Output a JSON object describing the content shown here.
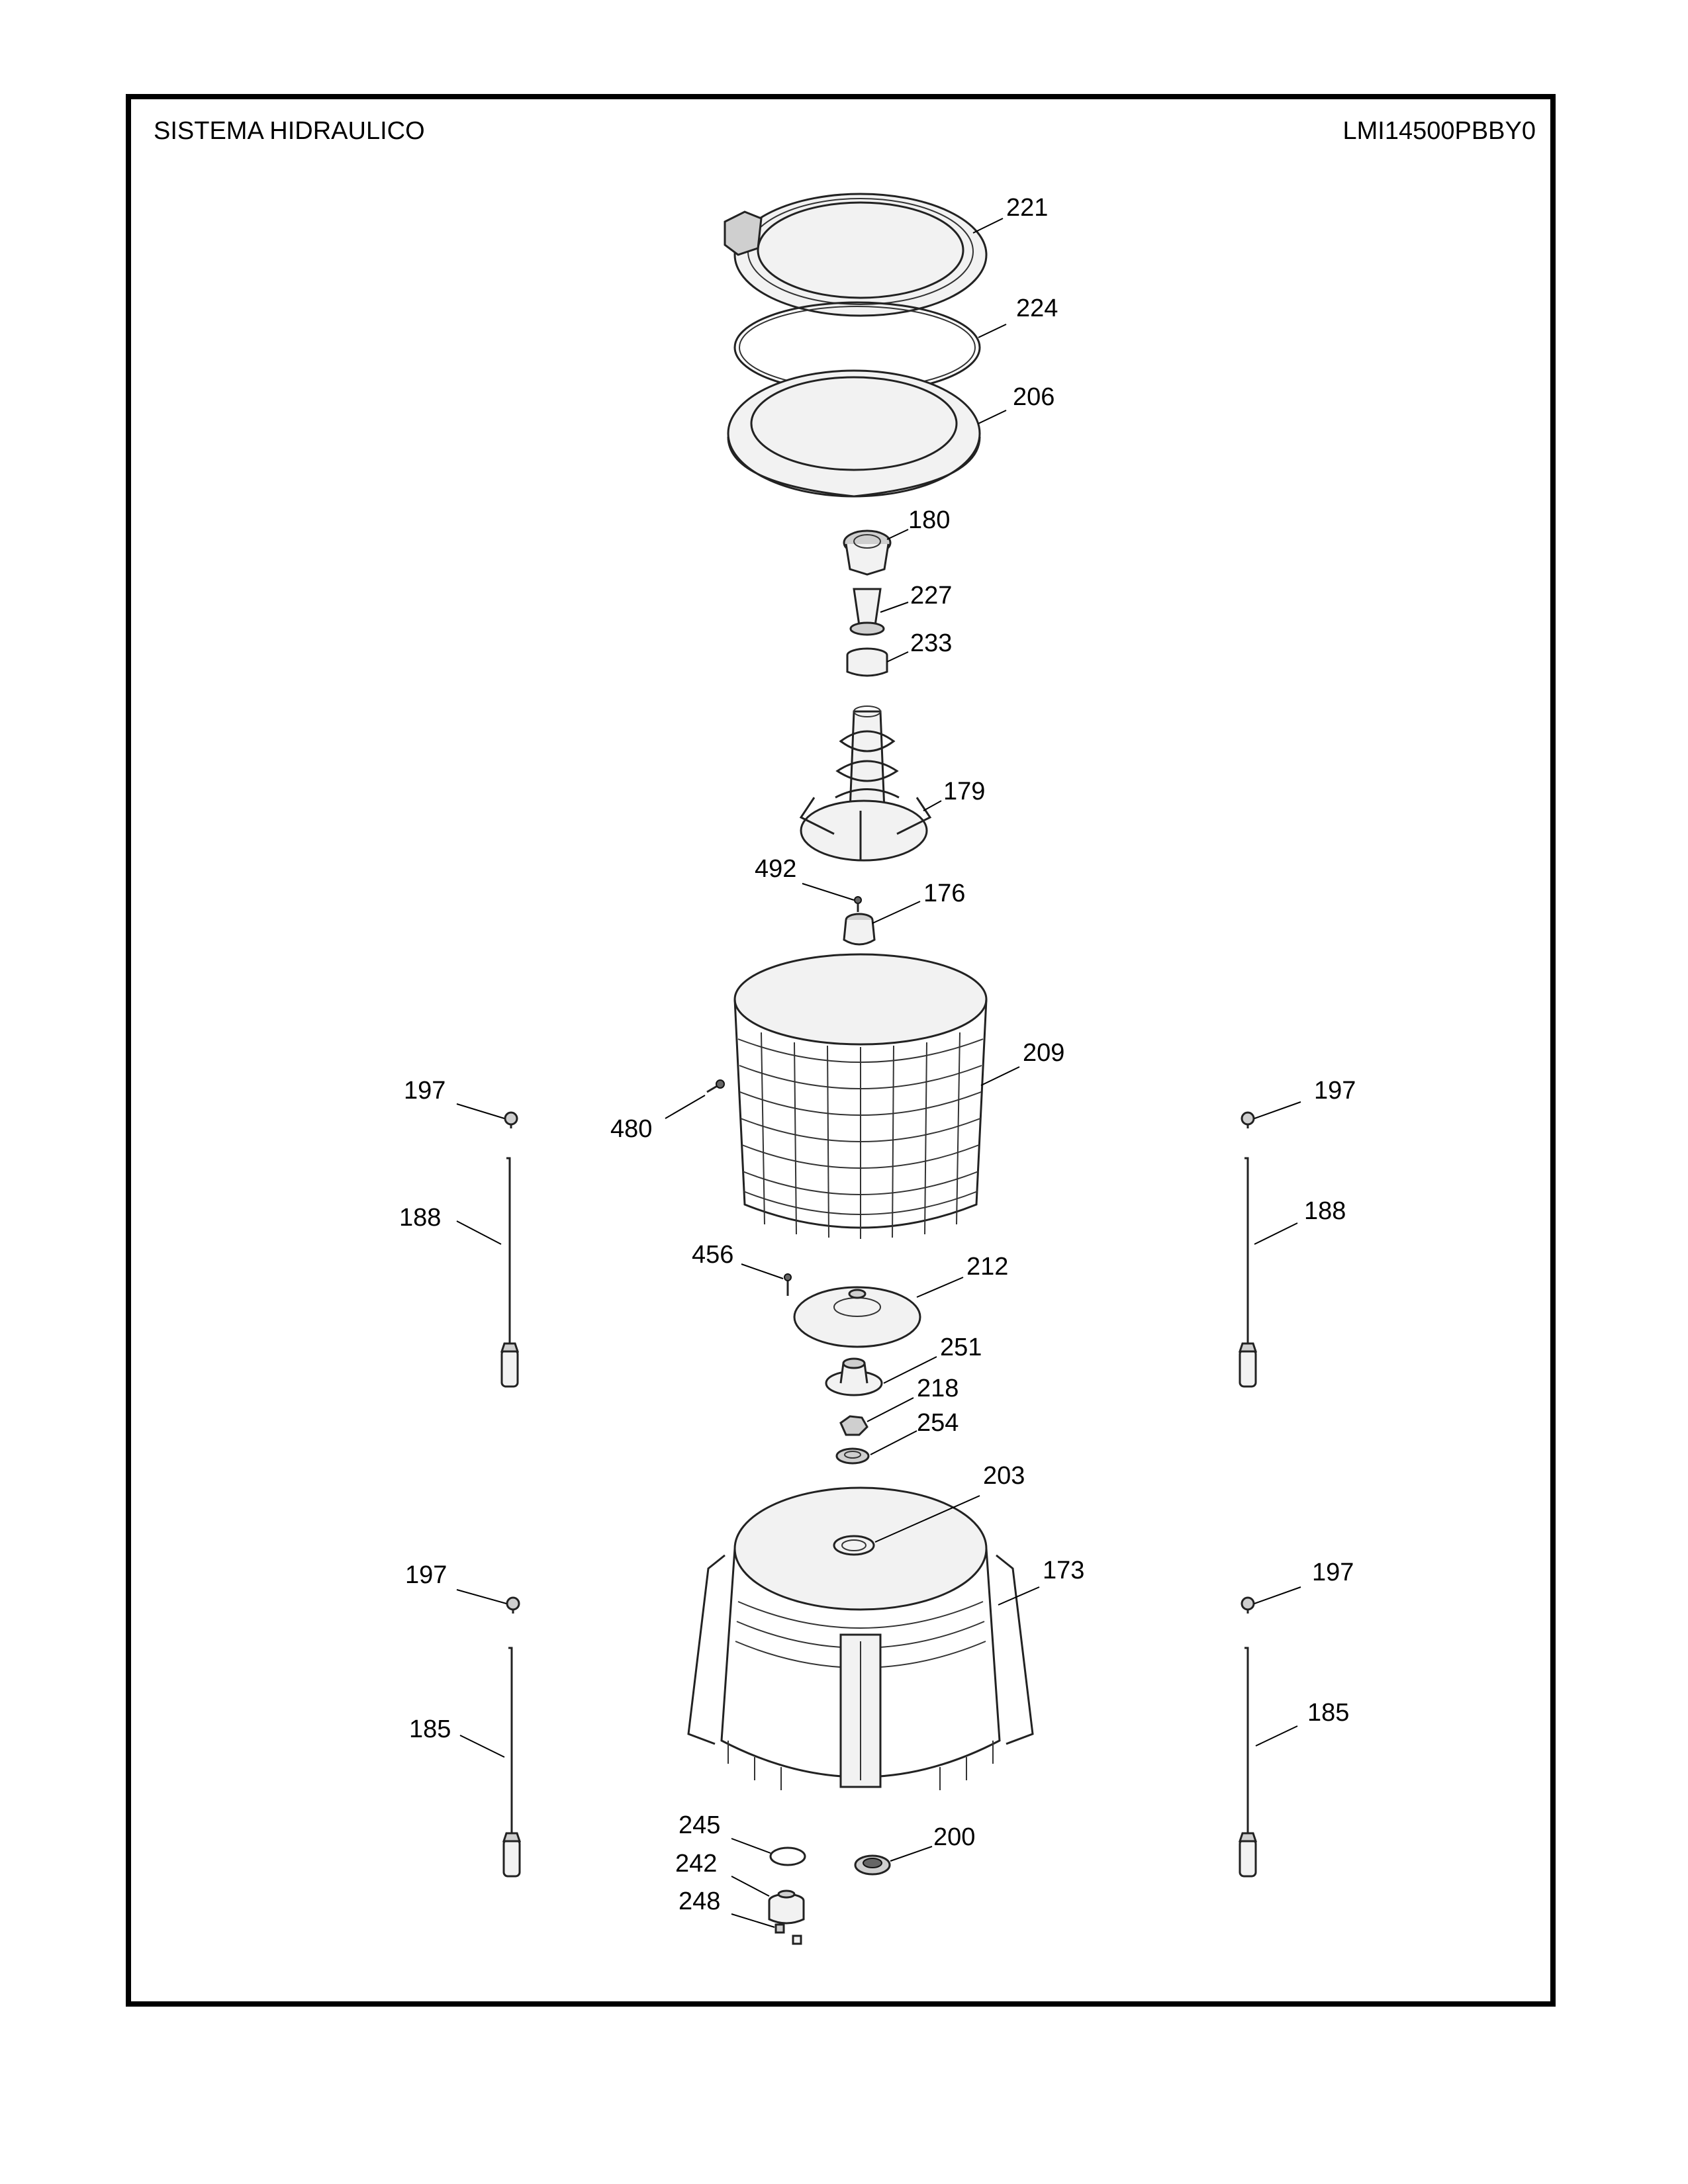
{
  "header": {
    "title": "SISTEMA HIDRAULICO",
    "model": "LMI14500PBBY0"
  },
  "callouts": {
    "c221": "221",
    "c224": "224",
    "c206": "206",
    "c180": "180",
    "c227": "227",
    "c233": "233",
    "c179": "179",
    "c492": "492",
    "c176": "176",
    "c209": "209",
    "c480": "480",
    "c197_ul": "197",
    "c197_ur": "197",
    "c188_l": "188",
    "c188_r": "188",
    "c456": "456",
    "c212": "212",
    "c251": "251",
    "c218": "218",
    "c254": "254",
    "c203": "203",
    "c173": "173",
    "c197_ll": "197",
    "c197_lr": "197",
    "c185_l": "185",
    "c185_r": "185",
    "c245": "245",
    "c242": "242",
    "c248": "248",
    "c200": "200"
  }
}
